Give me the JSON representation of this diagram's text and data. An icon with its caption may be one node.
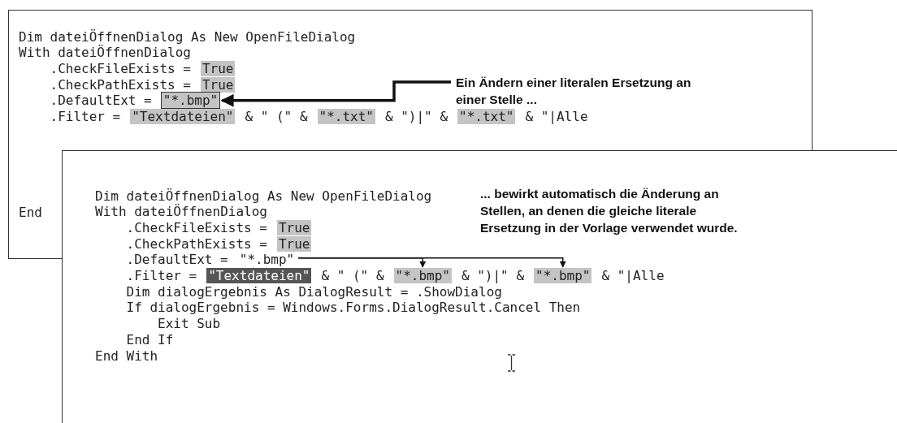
{
  "diagram": {
    "nodes": [
      {
        "text": [
          "Dim dateiÖffnenDialog As New OpenFileDialog",
          "With dateiÖffnenDialog",
          ".CheckFileExists =",
          "True",
          ".CheckPathExists =",
          "True",
          ".DefaultExt =",
          ".Filter =",
          "\"Textdateien\"",
          "& \" (\" &",
          "& \")|\" &",
          "& \"|Alle",
          "End"
        ]
      },
      {
        "text": [
          "\"*.bmp\""
        ],
        "in": 0
      },
      {
        "text": [
          "Ein Ändern einer literalen Ersetzung an einer Stelle ..."
        ],
        "in": 0
      },
      {
        "text": [
          "\"*.txt\""
        ],
        "in": 0
      },
      {
        "text": [
          "\"*.txt\""
        ],
        "in": 0
      },
      {
        "text": [
          "Dim dateiÖffnenDialog As New OpenFileDialog",
          "With dateiÖffnenDialog",
          ".CheckFileExists =",
          "True",
          ".CheckPathExists =",
          "True",
          ".DefaultExt =",
          ".Filter =",
          "\"Textdateien\"",
          "& \" (\" &",
          "& \")|\" &",
          "& \"|Alle",
          "Dim dialogErgebnis As DialogResult = .ShowDialog",
          "If dialogErgebnis = Windows.Forms.DialogResult.Cancel Then",
          "Exit Sub",
          "End If",
          "End With"
        ]
      },
      {
        "text": [
          "\"*.bmp\""
        ],
        "in": 5
      },
      {
        "text": [
          "\"*.bmp\""
        ],
        "in": 5
      },
      {
        "text": [
          "\"*.bmp\""
        ],
        "in": 5
      }
    ],
    "edges": [
      {
        "from": 2,
        "to": 1,
        "arrow": "to",
        "style": "thick"
      },
      {
        "from": 6,
        "to": 7,
        "arrow": "to"
      },
      {
        "from": 6,
        "to": 8,
        "arrow": "to"
      }
    ],
    "labels": [
      "... bewirkt automatisch die Änderung an Stellen, an denen die gleiche literale Ersetzung in der Vorlage verwendet wurde."
    ]
  }
}
